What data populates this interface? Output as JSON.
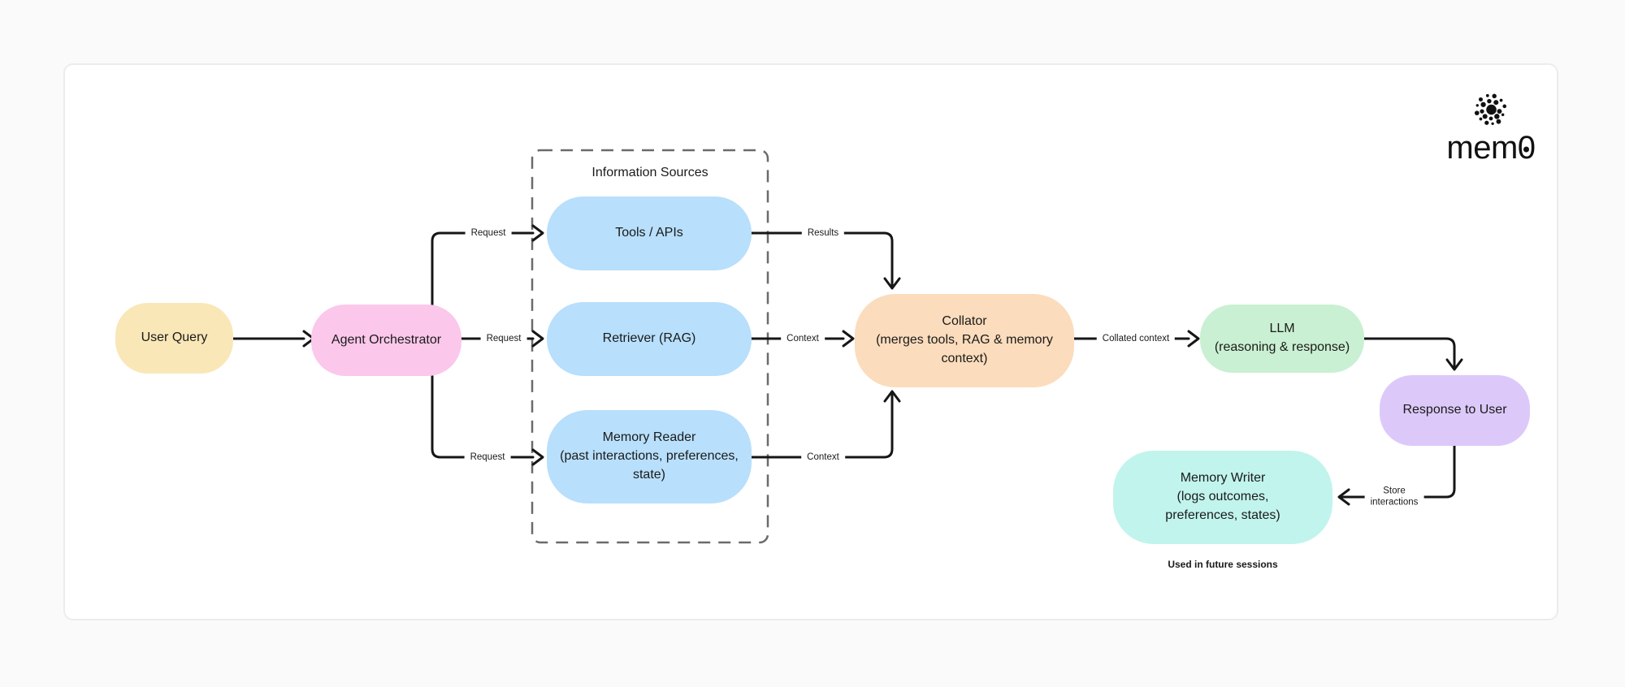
{
  "page": {
    "background": "#FAFAFA",
    "card_background": "#FFFFFF",
    "card_border": "#ECECEC"
  },
  "logo": {
    "text": "mem0"
  },
  "group": {
    "title": "Information Sources"
  },
  "nodes": {
    "user_query": {
      "label": "User Query",
      "color": "#FAE7B8"
    },
    "agent_orchestrator": {
      "label": "Agent Orchestrator",
      "color": "#FBC7EB"
    },
    "tools_apis": {
      "label": "Tools / APIs",
      "color": "#B8DFFB"
    },
    "retriever": {
      "label": "Retriever (RAG)",
      "color": "#B8DFFB"
    },
    "memory_reader": {
      "label": "Memory Reader\n(past interactions, preferences,\nstate)",
      "color": "#B8DFFB"
    },
    "collator": {
      "label": "Collator\n(merges tools, RAG & memory\ncontext)",
      "color": "#FBDCBC"
    },
    "llm": {
      "label": "LLM\n(reasoning & response)",
      "color": "#C9F0D2"
    },
    "response_to_user": {
      "label": "Response to User",
      "color": "#DCC9F9"
    },
    "memory_writer": {
      "label": "Memory Writer\n(logs outcomes,\npreferences, states)",
      "color": "#C1F4ED"
    }
  },
  "edges": {
    "request_top": "Request",
    "request_middle": "Request",
    "request_bottom": "Request",
    "results": "Results",
    "context_middle": "Context",
    "context_bottom": "Context",
    "collated_context": "Collated context",
    "store_interactions": "Store\ninteractions"
  },
  "footnote": "Used in future sessions",
  "colors": {
    "line": "#161616",
    "dashed_border": "#6B6B6B",
    "text": "#1A1A1A"
  }
}
